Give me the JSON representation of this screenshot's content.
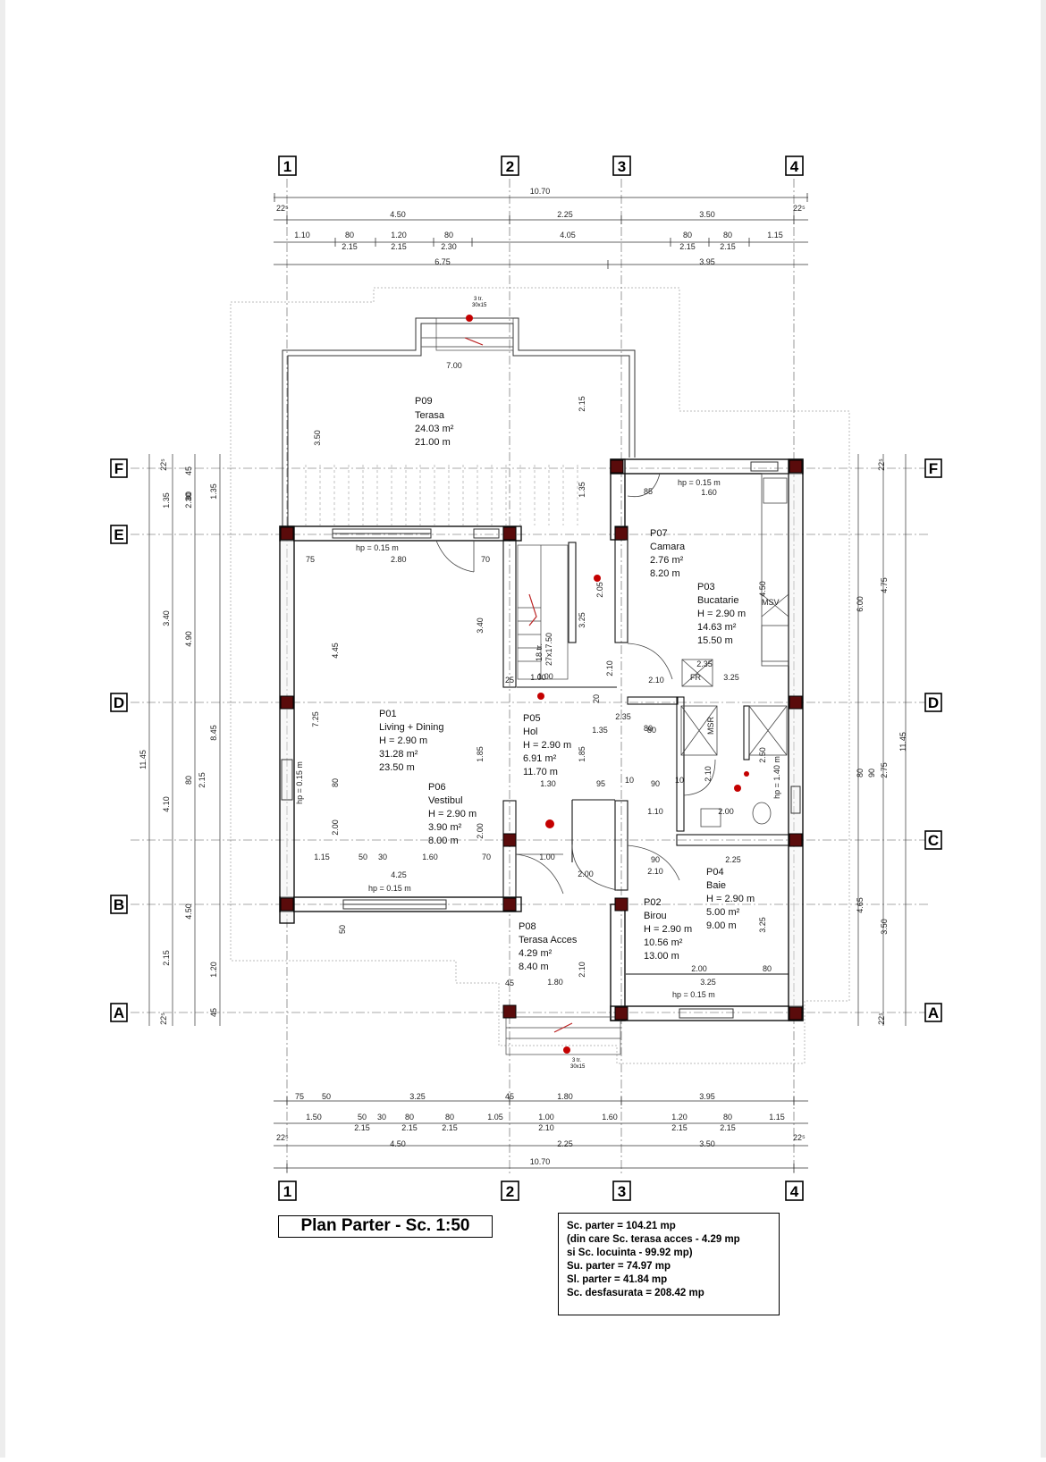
{
  "title": "Plan Parter - Sc. 1:50",
  "summary": [
    "Sc. parter  = 104.21 mp",
    "(din care Sc. terasa acces - 4.29 mp",
    "si Sc. locuinta - 99.92 mp)",
    "Su. parter = 74.97 mp",
    "Sl. parter = 41.84 mp",
    "Sc. desfasurata = 208.42 mp"
  ],
  "axes": {
    "columns": [
      "1",
      "2",
      "3",
      "4"
    ],
    "rows": [
      "F",
      "E",
      "D",
      "C",
      "B",
      "A"
    ]
  },
  "rooms": [
    {
      "id": "P09",
      "name": "Terasa",
      "lines": [
        "P09",
        "Terasa",
        "24.03 m²",
        "21.00 m"
      ]
    },
    {
      "id": "P07",
      "name": "Camara",
      "lines": [
        "P07",
        "Camara",
        "2.76 m²",
        "8.20 m"
      ]
    },
    {
      "id": "P03",
      "name": "Bucatarie",
      "lines": [
        "P03",
        "Bucatarie",
        "H = 2.90 m",
        "14.63 m²",
        "15.50 m"
      ]
    },
    {
      "id": "P01",
      "name": "Living + Dining",
      "lines": [
        "P01",
        "Living + Dining",
        "H = 2.90 m",
        "31.28 m²",
        "23.50 m"
      ]
    },
    {
      "id": "P05",
      "name": "Hol",
      "lines": [
        "P05",
        "Hol",
        "H = 2.90 m",
        "6.91 m²",
        "11.70 m"
      ]
    },
    {
      "id": "P06",
      "name": "Vestibul",
      "lines": [
        "P06",
        "Vestibul",
        "H = 2.90 m",
        "3.90 m²",
        "8.00 m"
      ]
    },
    {
      "id": "P04",
      "name": "Baie",
      "lines": [
        "P04",
        "Baie",
        "H = 2.90 m",
        "5.00 m²",
        "9.00 m"
      ]
    },
    {
      "id": "P02",
      "name": "Birou",
      "lines": [
        "P02",
        "Birou",
        "H = 2.90 m",
        "10.56 m²",
        "13.00 m"
      ]
    },
    {
      "id": "P08",
      "name": "Terasa Acces",
      "lines": [
        "P08",
        "Terasa Acces",
        "4.29 m²",
        "8.40 m"
      ]
    }
  ],
  "fixtures": {
    "fr": "FR",
    "msv": "MSV",
    "msr": "MSR",
    "stairs_main": [
      "18 tr.",
      "27x17.50"
    ],
    "stairs_small": [
      "3 tr.",
      "30x15"
    ]
  },
  "dims_top": {
    "overall": "10.70",
    "row2": [
      "4.50",
      "2.25",
      "3.50"
    ],
    "row2_ends": [
      "22⁵",
      "22⁵"
    ],
    "row3_top": [
      "1.10",
      "80",
      "1.20",
      "80",
      "4.05",
      "80",
      "80",
      "1.15"
    ],
    "row3_bottom": [
      "2.15",
      "2.15",
      "2.30",
      "2.15",
      "2.15"
    ],
    "row4": [
      "6.75",
      "3.95"
    ]
  },
  "dims_bottom": {
    "row1": [
      "75",
      "50",
      "3.25",
      "45",
      "1.80",
      "3.95"
    ],
    "row2_top": [
      "1.50",
      "50",
      "30",
      "80",
      "80",
      "1.05",
      "1.00",
      "1.60",
      "1.20",
      "80",
      "1.15"
    ],
    "row2_bottom": [
      "2.15",
      "2.15",
      "2.15",
      "2.10",
      "2.15",
      "2.15"
    ],
    "row3": [
      "4.50",
      "2.25",
      "3.50"
    ],
    "row3_ends": [
      "22⁵",
      "22⁵"
    ],
    "overall": "10.70"
  },
  "dims_left": {
    "overall": "11.45",
    "outer": [
      "1.35",
      "3.40",
      "4.10",
      "2.15"
    ],
    "middle": [
      "2.30",
      "4.90",
      "80",
      "4.50"
    ],
    "top_small": [
      "22⁵",
      "45",
      "80"
    ],
    "inner": [
      "1.35",
      "8.45",
      "2.15",
      "1.20",
      "45"
    ],
    "bottom_small": "22⁵"
  },
  "dims_right": {
    "overall": "11.45",
    "outer": [
      "4.75",
      "2.75",
      "3.50"
    ],
    "middle": [
      "6.00",
      "4.65",
      "80",
      "90"
    ],
    "small": [
      "22⁵",
      "22⁵"
    ]
  },
  "dims_interior": [
    "7.00",
    "3.50",
    "2.15",
    "1.35",
    "hp = 0.15 m",
    "1.60",
    "85",
    "75",
    "2.80",
    "70",
    "hp = 0.15 m",
    "4.45",
    "7.25",
    "3.40",
    "3.25",
    "2.05",
    "4.50",
    "hp = 0.15 m",
    "80",
    "2.00",
    "1.85",
    "1.85",
    "2.00",
    "1.15",
    "50",
    "30",
    "1.60",
    "70",
    "4.25",
    "hp = 0.15 m",
    "1.00",
    "1.35",
    "80",
    "2.35",
    "1.30",
    "95",
    "10",
    "90",
    "10",
    "1.10",
    "2.00",
    "2.10",
    "90",
    "2.10",
    "2.25",
    "1.00",
    "2.00",
    "2.10",
    "1.80",
    "45",
    "2.00",
    "3.25",
    "80",
    "hp = 0.15 m",
    "2.35",
    "3.25",
    "80",
    "2.10",
    "2.50",
    "hp = 1.40 m",
    "3.25",
    "50",
    "1.00",
    "2.10",
    "20",
    "25"
  ]
}
